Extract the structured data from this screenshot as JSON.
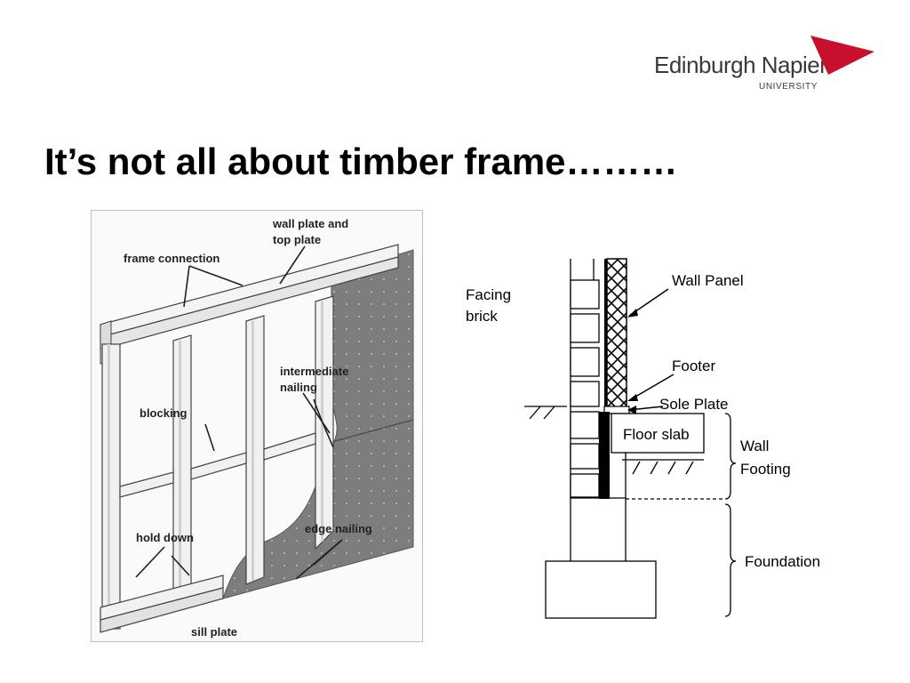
{
  "logo": {
    "name": "Edinburgh Napier",
    "sub": "UNIVERSITY",
    "accent_color": "#c8102e"
  },
  "slide": {
    "title": "It’s not all about timber frame………"
  },
  "frame_diagram": {
    "labels": {
      "wall_plate_1": "wall plate and",
      "wall_plate_2": "top plate",
      "frame_connection": "frame connection",
      "intermediate_1": "intermediate",
      "intermediate_2": "nailing",
      "blocking": "blocking",
      "hold_down": "hold down",
      "edge_nailing": "edge nailing",
      "sill_plate": "sill plate"
    }
  },
  "section_diagram": {
    "labels": {
      "facing_1": "Facing",
      "facing_2": "brick",
      "wall_panel": "Wall Panel",
      "footer": "Footer",
      "sole_plate": "Sole Plate",
      "floor_slab": "Floor slab",
      "wall_footing_1": "Wall",
      "wall_footing_2": "Footing",
      "foundation": "Foundation"
    }
  }
}
